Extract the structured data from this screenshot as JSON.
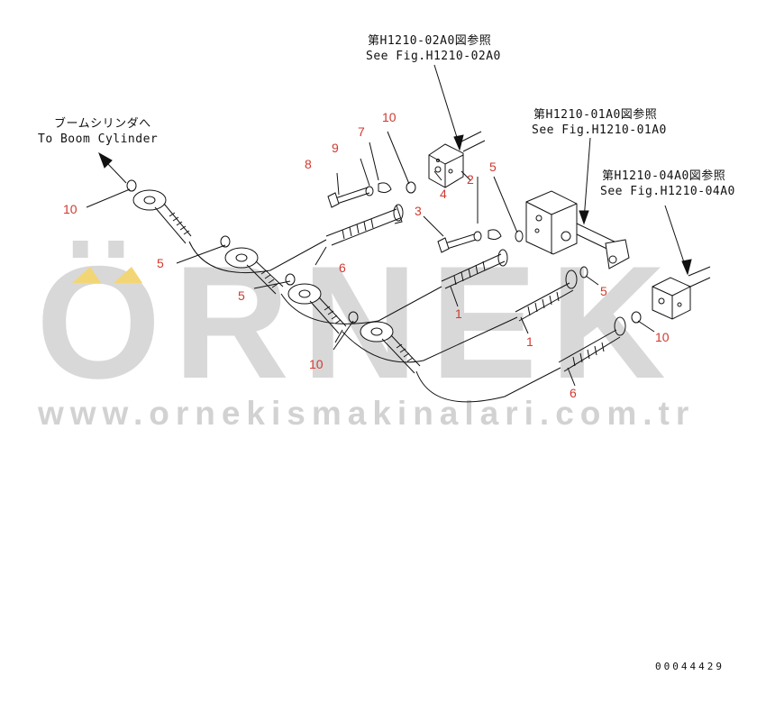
{
  "watermark": {
    "brand": "ÖRNEK",
    "url": "www.ornekismakinalari.com.tr",
    "accent_color": "#f2d675",
    "text_color": "#d8d8d8"
  },
  "references": [
    {
      "jp": "第H1210-02A0図参照",
      "en": "See Fig.H1210-02A0"
    },
    {
      "jp": "第H1210-01A0図参照",
      "en": "See Fig.H1210-01A0"
    },
    {
      "jp": "第H1210-04A0図参照",
      "en": "See Fig.H1210-04A0"
    }
  ],
  "boom_note": {
    "jp": "ブームシリンダへ",
    "en": "To Boom Cylinder"
  },
  "part_numbers": [
    "10",
    "9",
    "8",
    "7",
    "10",
    "3",
    "4",
    "2",
    "5",
    "10",
    "5",
    "6",
    "5",
    "1",
    "5",
    "1",
    "10",
    "10",
    "6"
  ],
  "serial": "00044429",
  "colors": {
    "callout": "#d03a2f",
    "lines": "#111111"
  }
}
